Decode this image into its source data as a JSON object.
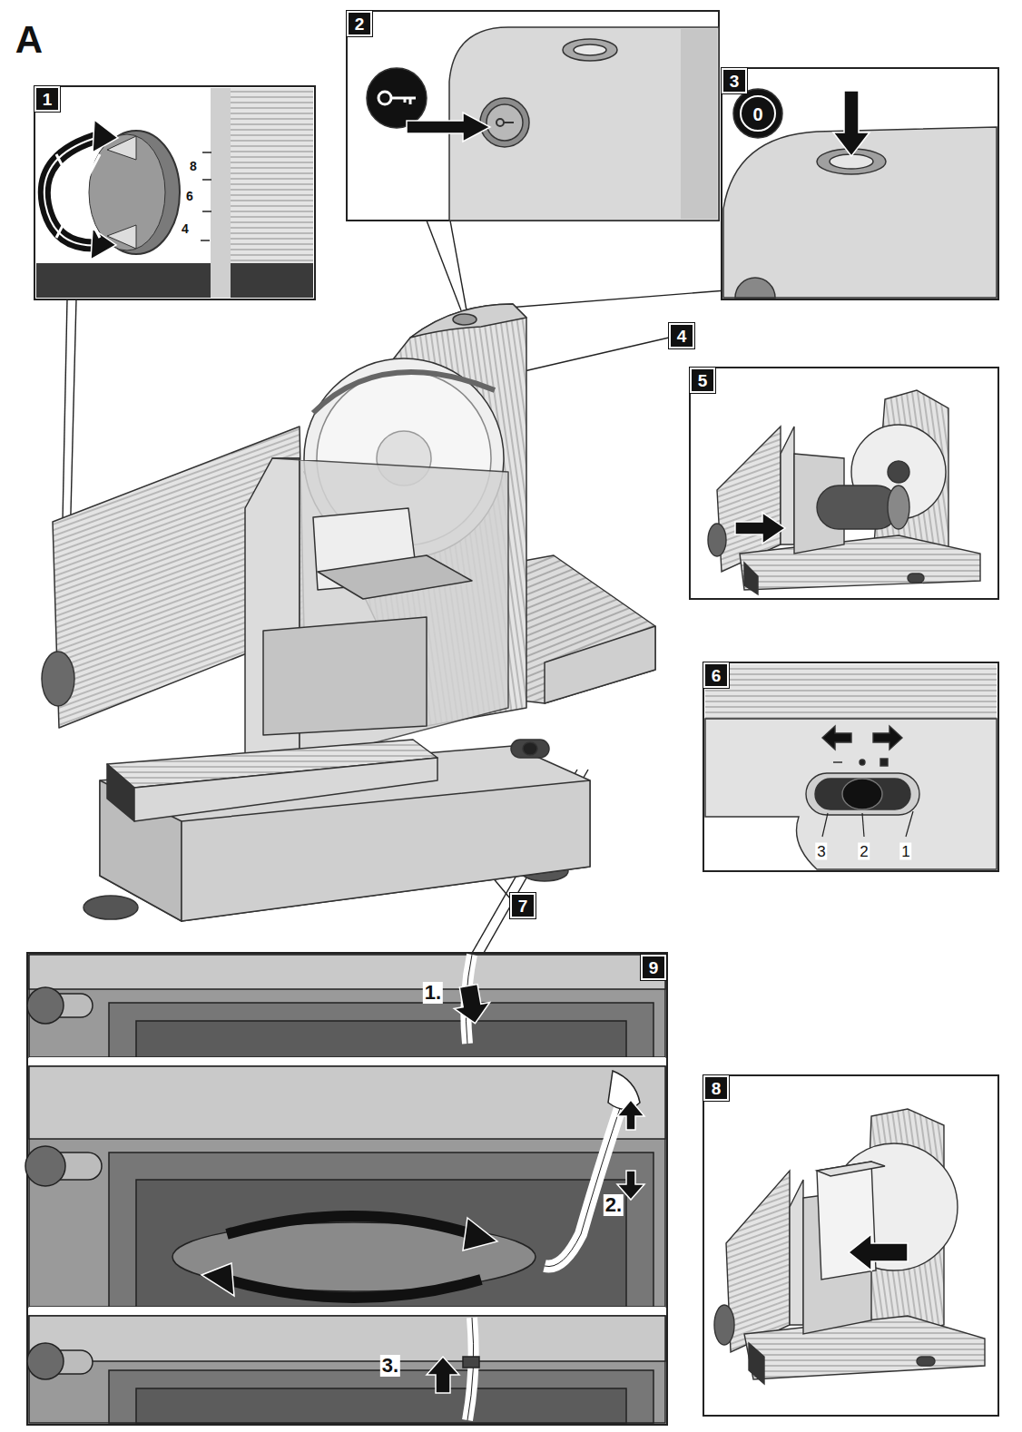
{
  "diagram": {
    "nodes": [
      {
        "text": [
          "1"
        ]
      },
      {
        "text": [
          "2"
        ]
      },
      {
        "text": [
          "3"
        ]
      },
      {
        "text": [
          "4"
        ]
      },
      {
        "text": [
          "5"
        ]
      },
      {
        "text": [
          "6"
        ]
      },
      {
        "text": [
          "7"
        ]
      },
      {
        "text": [
          "9"
        ]
      },
      {
        "text": [
          "8"
        ]
      }
    ],
    "labels": [
      "A",
      "8",
      "6",
      "4",
      "0",
      "3",
      "2",
      "1",
      "1.",
      "2.",
      "3."
    ]
  }
}
